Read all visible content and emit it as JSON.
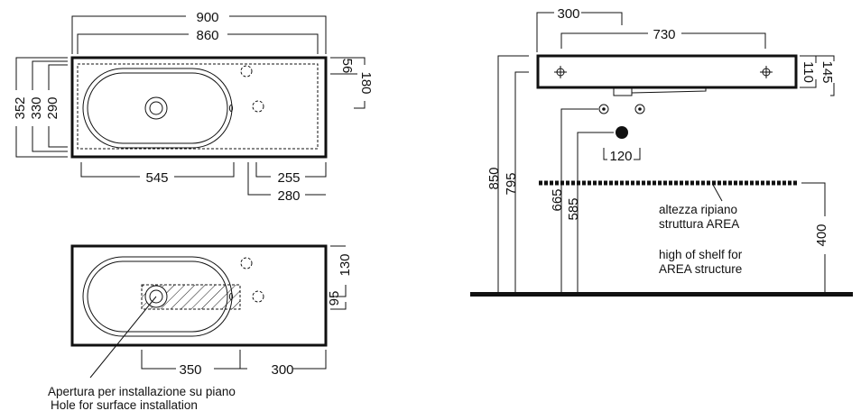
{
  "top_view": {
    "dims": {
      "d900": "900",
      "d860": "860",
      "d545": "545",
      "d255": "255",
      "d280": "280",
      "d352": "352",
      "d330": "330",
      "d290": "290",
      "d56": "56",
      "d180": "180"
    }
  },
  "bottom_view": {
    "dims": {
      "d130": "130",
      "d95": "95",
      "d350": "350",
      "d300": "300"
    },
    "note_it": "Apertura per installazione su piano",
    "note_en": "Hole for surface installation"
  },
  "side_view": {
    "dims": {
      "d300": "300",
      "d730": "730",
      "d110": "110",
      "d145": "145",
      "d120": "120",
      "d850": "850",
      "d795": "795",
      "d665": "665",
      "d585": "585",
      "d400": "400"
    },
    "shelf_it_1": "altezza ripiano",
    "shelf_it_2": "struttura AREA",
    "shelf_en_1": "high of shelf for",
    "shelf_en_2": "AREA structure"
  }
}
